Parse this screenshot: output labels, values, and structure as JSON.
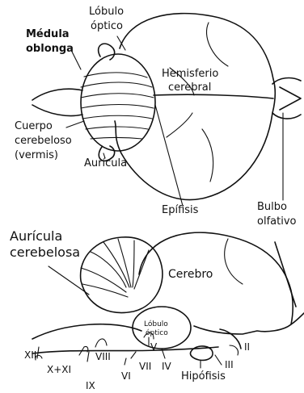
{
  "labels": {
    "lobulo_optico_top_1": "Lóbulo",
    "lobulo_optico_top_2": "óptico",
    "medula_oblonga_1": "Médula",
    "medula_oblonga_2": "oblonga",
    "hemisferio_1": "Hemisferio",
    "hemisferio_2": "cerebral",
    "cuerpo_1": "Cuerpo",
    "cuerpo_2": "cerebeloso",
    "cuerpo_3": "(vermis)",
    "auricula": "Aurícula",
    "epifisis": "Epífisis",
    "bulbo_1": "Bulbo",
    "bulbo_2": "olfativo",
    "auricula_cerebelosa_1": "Aurícula",
    "auricula_cerebelosa_2": "cerebelosa",
    "cerebro": "Cerebro",
    "lobulo_optico_side_1": "Lóbulo",
    "lobulo_optico_side_2": "óptico",
    "hipofisis": "Hipófisis",
    "nerve_XII": "XII",
    "nerve_X_XI": "X+XI",
    "nerve_IX": "IX",
    "nerve_VIII": "VIII",
    "nerve_VII": "VII",
    "nerve_VI": "VI",
    "nerve_V": "V",
    "nerve_IV": "IV",
    "nerve_III": "III",
    "nerve_II": "II"
  }
}
